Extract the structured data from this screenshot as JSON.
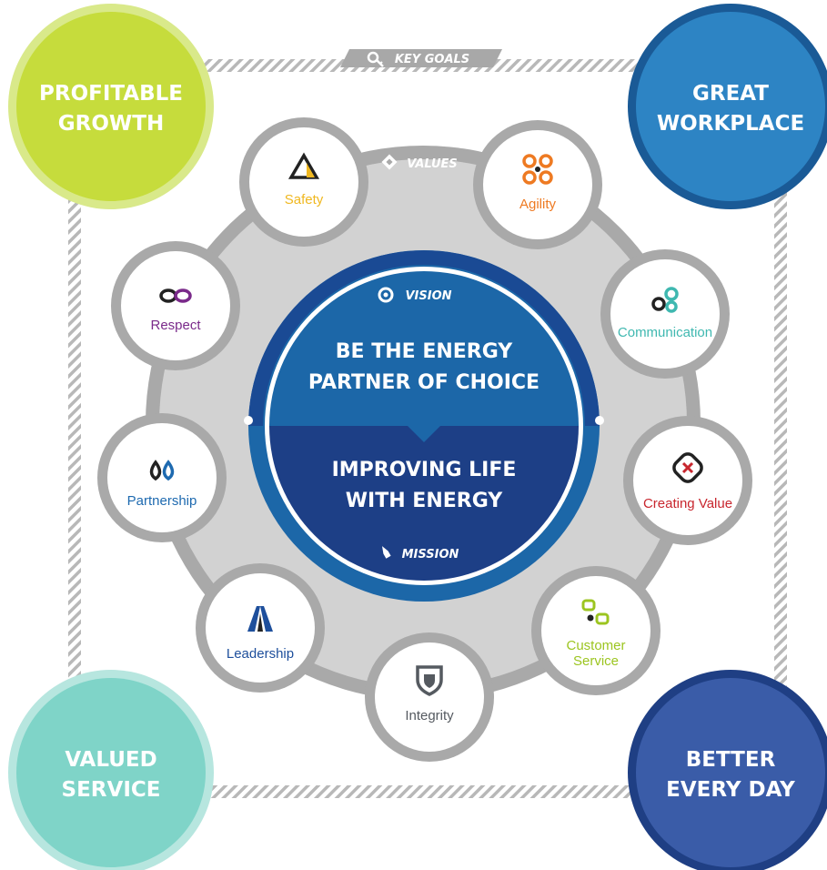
{
  "key_goals_tag": "KEY GOALS",
  "values_tag": "VALUES",
  "vision": {
    "tag": "VISION",
    "line1": "BE THE ENERGY",
    "line2": "PARTNER OF CHOICE"
  },
  "mission": {
    "tag": "MISSION",
    "line1": "IMPROVING LIFE",
    "line2": "WITH ENERGY"
  },
  "goals": {
    "top_left": {
      "line1": "PROFITABLE",
      "line2": "GROWTH",
      "color": "#c6dc3c"
    },
    "top_right": {
      "line1": "GREAT",
      "line2": "WORKPLACE",
      "color": "#2d84c4"
    },
    "bottom_left": {
      "line1": "VALUED",
      "line2": "SERVICE",
      "color": "#7fd4c8"
    },
    "bottom_right": {
      "line1": "BETTER",
      "line2": "EVERY DAY",
      "color": "#3a5ca8"
    }
  },
  "values": {
    "safety": {
      "label": "Safety",
      "color": "#f0b820",
      "icon": "safety-triangle-icon"
    },
    "agility": {
      "label": "Agility",
      "color": "#ee7a22",
      "icon": "agility-knot-icon"
    },
    "communication": {
      "label": "Communication",
      "color": "#3fb8b0",
      "icon": "communication-bubbles-icon"
    },
    "creating_value": {
      "label": "Creating Value",
      "color": "#c8262e",
      "icon": "creating-value-cross-icon"
    },
    "customer_service": {
      "label1": "Customer",
      "label2": "Service",
      "color": "#9cc520",
      "icon": "customer-service-squares-icon"
    },
    "integrity": {
      "label": "Integrity",
      "color": "#555a60",
      "icon": "integrity-shield-icon"
    },
    "leadership": {
      "label": "Leadership",
      "color": "#1e4f9c",
      "icon": "leadership-arches-icon"
    },
    "partnership": {
      "label": "Partnership",
      "color": "#1e6ab0",
      "icon": "partnership-drops-icon"
    },
    "respect": {
      "label": "Respect",
      "color": "#7a2a8a",
      "icon": "respect-infinity-icon"
    }
  },
  "colors": {
    "ring_gray": "#a9a9a9",
    "disk_gray": "#d2d2d2",
    "vision_blue": "#1c67a8",
    "mission_blue": "#1d3f86",
    "outer_ring_blue": "#1a4a94"
  }
}
